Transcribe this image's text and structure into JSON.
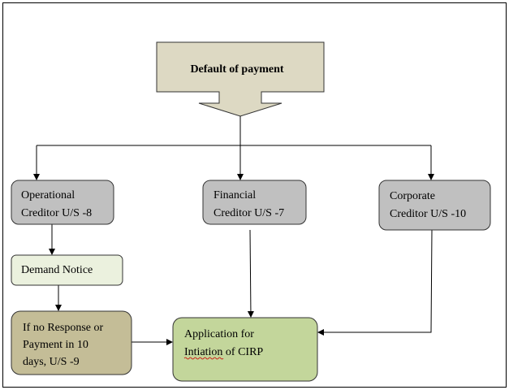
{
  "diagram": {
    "top": {
      "label": "Default of payment",
      "color": "#ddd9c3"
    },
    "nodes": {
      "operational": {
        "lines": [
          "Operational",
          "Creditor U/S -8"
        ],
        "color": "#c0c0c0"
      },
      "financial": {
        "lines": [
          "Financial",
          "Creditor U/S -7"
        ],
        "color": "#c0c0c0"
      },
      "corporate": {
        "lines": [
          "Corporate",
          "Creditor U/S -10"
        ],
        "color": "#c0c0c0"
      },
      "demand": {
        "lines": [
          "Demand Notice"
        ],
        "color": "#ebf1de"
      },
      "noresponse": {
        "lines": [
          "If no Response or",
          "Payment in 10",
          "days, U/S -9"
        ],
        "color": "#c4bd97"
      },
      "application": {
        "lines": [
          "Application for",
          "Intiation of CIRP"
        ],
        "color": "#c3d69b"
      }
    },
    "edges": [
      {
        "from": "Default of payment",
        "to": "Operational Creditor U/S -8"
      },
      {
        "from": "Default of payment",
        "to": "Financial Creditor U/S -7"
      },
      {
        "from": "Default of payment",
        "to": "Corporate Creditor U/S -10"
      },
      {
        "from": "Operational Creditor U/S -8",
        "to": "Demand Notice"
      },
      {
        "from": "Demand Notice",
        "to": "If no Response or Payment in 10 days, U/S -9"
      },
      {
        "from": "If no Response or Payment in 10 days, U/S -9",
        "to": "Application for Intiation of CIRP"
      },
      {
        "from": "Financial Creditor U/S -7",
        "to": "Application for Intiation of CIRP"
      },
      {
        "from": "Corporate Creditor U/S -10",
        "to": "Application for Intiation of CIRP"
      }
    ]
  }
}
